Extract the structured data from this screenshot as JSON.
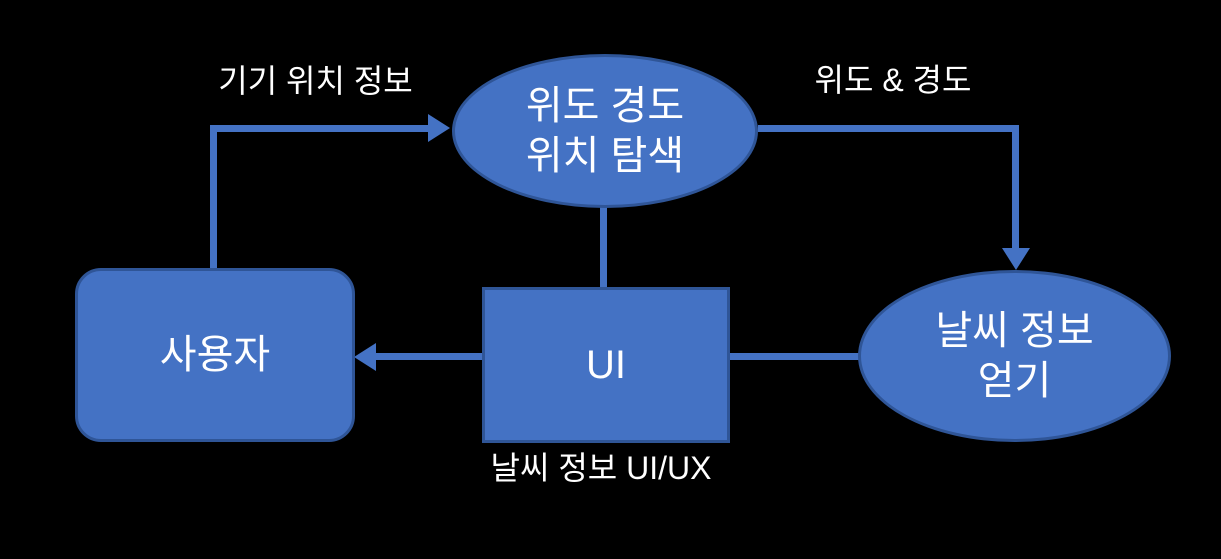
{
  "diagram": {
    "type": "flowchart",
    "background_color": "#000000",
    "node_fill_color": "#4472C4",
    "node_border_color": "#2F5597",
    "connector_color": "#4472C4",
    "text_color": "#FFFFFF",
    "nodes": {
      "user": {
        "shape": "rounded-rectangle",
        "label": "사용자"
      },
      "location_search": {
        "shape": "ellipse",
        "line1": "위도 경도",
        "line2": "위치 탐색"
      },
      "ui": {
        "shape": "rectangle",
        "label": "UI"
      },
      "weather": {
        "shape": "ellipse",
        "line1": "날씨 정보",
        "line2": "얻기"
      }
    },
    "labels": {
      "device_location": "기기 위치 정보",
      "lat_long": "위도 & 경도",
      "weather_ui_ux": "날씨 정보 UI/UX"
    },
    "edges": [
      {
        "from": "user",
        "to": "location_search",
        "label": "기기 위치 정보",
        "arrow": true,
        "route": "up-then-right"
      },
      {
        "from": "location_search",
        "to": "weather",
        "label": "위도 & 경도",
        "arrow": true,
        "route": "right-then-down"
      },
      {
        "from": "location_search",
        "to": "ui",
        "label": "",
        "arrow": false,
        "route": "straight-vertical"
      },
      {
        "from": "weather",
        "to": "ui",
        "label": "",
        "arrow": false,
        "route": "straight-horizontal"
      },
      {
        "from": "ui",
        "to": "user",
        "label": "",
        "arrow": true,
        "route": "straight-horizontal"
      }
    ]
  }
}
